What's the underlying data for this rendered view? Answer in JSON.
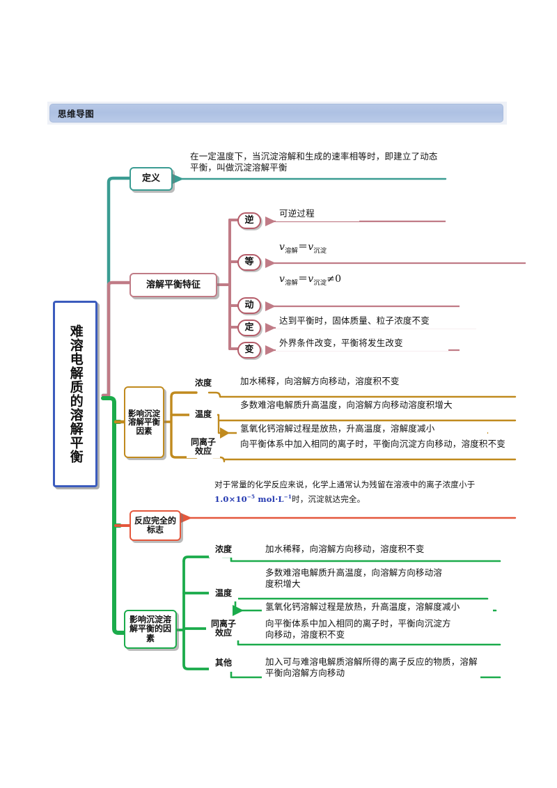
{
  "header": {
    "title": "思维导图"
  },
  "root": {
    "label": "难溶电解质的溶解平衡"
  },
  "branches": {
    "definition": {
      "label": "定义",
      "color": "#3a9c92",
      "text": "在一定温度下，当沉淀溶解和生成的速率相等时，即建立了动态平衡，叫做沉淀溶解平衡"
    },
    "features": {
      "label": "溶解平衡特征",
      "color": "#c07b86",
      "items": [
        {
          "key": "逆",
          "text": "可逆过程",
          "formula": false
        },
        {
          "key": "等",
          "text": "v溶解＝v沉淀",
          "formula": true
        },
        {
          "key": "动",
          "text": "v溶解＝v沉淀≠0",
          "formula": true
        },
        {
          "key": "定",
          "text": "达到平衡时，固体质量、粒子浓度不变",
          "formula": false
        },
        {
          "key": "变",
          "text": "外界条件改变，平衡将发生改变",
          "formula": false
        }
      ]
    },
    "factors_a": {
      "label": "影响沉淀溶解平衡因素",
      "color": "#c08a1e",
      "items": [
        {
          "key": "浓度",
          "text": "加水稀释，向溶解方向移动，溶度积不变"
        },
        {
          "key": "温度",
          "text": "多数难溶电解质升高温度，向溶解方向移动溶度积增大"
        },
        {
          "key": "",
          "text": "氢氧化钙溶解过程是放热，升高温度，溶解度减小"
        },
        {
          "key": "同离子效应",
          "text": "向平衡体系中加入相同的离子时，平衡向沉淀方向移动，溶度积不变"
        }
      ]
    },
    "complete": {
      "label": "反应完全的标志",
      "color": "#e4573c",
      "text_part1": "对于常量的化学反应来说，化学上通常认为残留在溶液中的离子浓度小于",
      "formula": "1.0×10⁻⁵ mol·L⁻¹",
      "text_part2": "时，沉淀就达完全。"
    },
    "factors_b": {
      "label": "影响沉淀溶解平衡的因素",
      "color": "#1bab4b",
      "items": [
        {
          "key": "浓度",
          "text": "加水稀释，向溶解方向移动，溶度积不变"
        },
        {
          "key": "温度",
          "text": "多数难溶电解质升高温度，向溶解方向移动溶度积增大"
        },
        {
          "key": "",
          "text": "氢氧化钙溶解过程是放热，升高温度，溶解度减小"
        },
        {
          "key": "同离子效应",
          "text": "向平衡体系中加入相同的离子时，平衡向沉淀方向移动，溶度积不变"
        },
        {
          "key": "其他",
          "text": "加入可与难溶电解质溶解所得的离子反应的物质，溶解平衡向溶解方向移动"
        }
      ]
    }
  }
}
